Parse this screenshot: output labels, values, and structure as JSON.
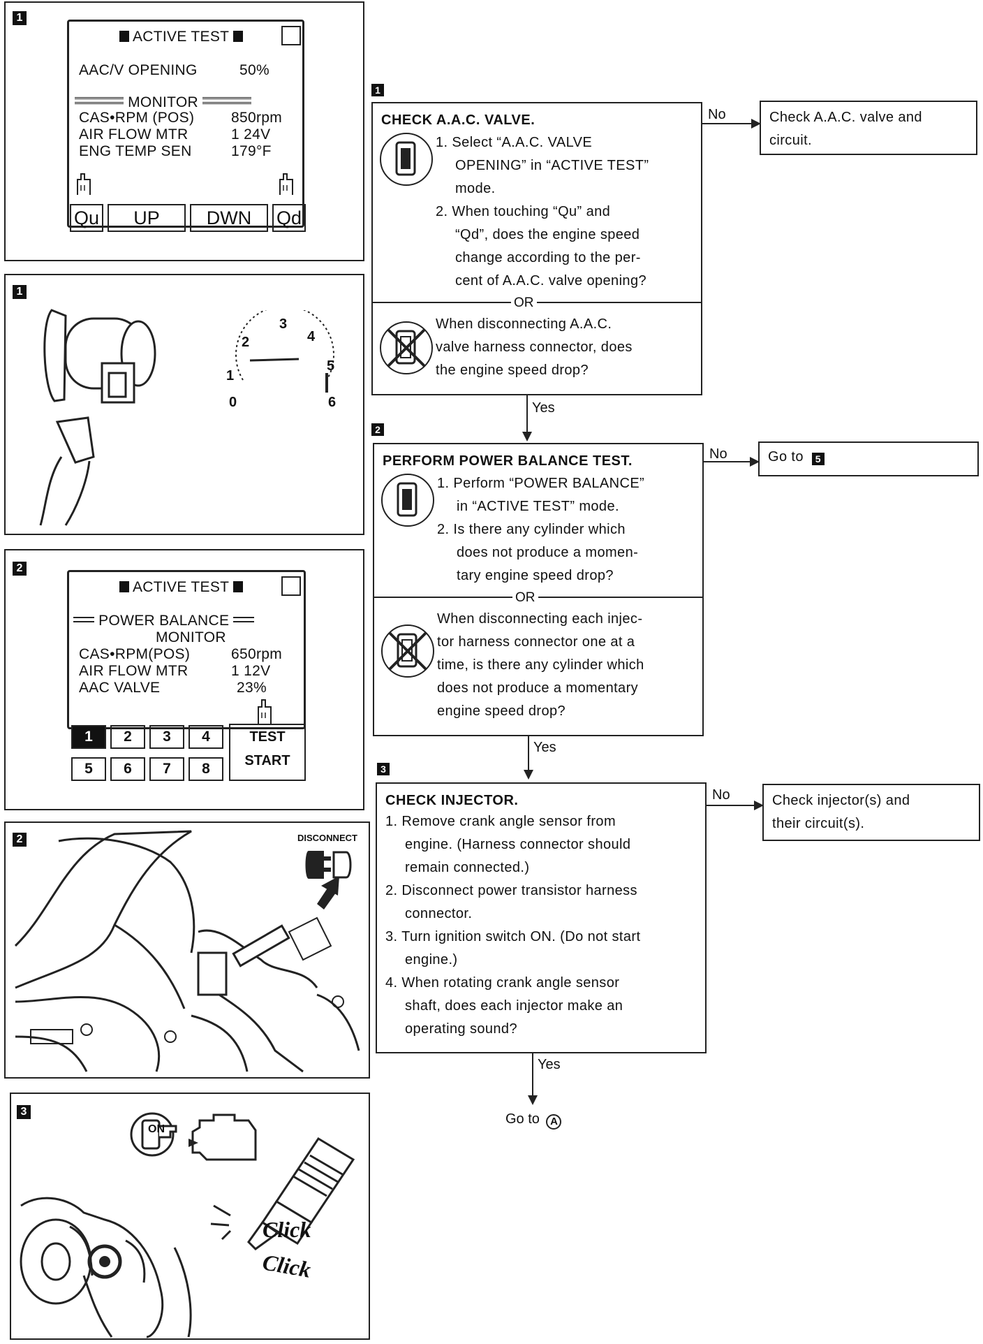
{
  "badges": {
    "b1": "1",
    "b2": "2",
    "b3": "3",
    "b5": "5"
  },
  "panel1": {
    "screen_title": "ACTIVE TEST",
    "param_label": "AAC/V OPENING",
    "param_value": "50%",
    "monitor_label": "MONITOR",
    "rows": [
      {
        "label": "CAS•RPM (POS)",
        "value": "850rpm"
      },
      {
        "label": "AIR FLOW MTR",
        "value": "1 24V"
      },
      {
        "label": "ENG TEMP SEN",
        "value": "179°F"
      }
    ],
    "buttons": [
      "Qu",
      "UP",
      "DWN",
      "Qd"
    ]
  },
  "gauge": {
    "ticks": [
      "0",
      "1",
      "2",
      "3",
      "4",
      "5",
      "6"
    ]
  },
  "panel3": {
    "screen_title": "ACTIVE TEST",
    "mode_label": "POWER BALANCE",
    "monitor_label": "MONITOR",
    "rows": [
      {
        "label": "CAS•RPM(POS)",
        "value": "650rpm"
      },
      {
        "label": "AIR FLOW MTR",
        "value": "1 12V"
      },
      {
        "label": "AAC VALVE",
        "value": "23%"
      }
    ],
    "cylinders": [
      "1",
      "2",
      "3",
      "4",
      "5",
      "6",
      "7",
      "8"
    ],
    "selected_cylinder": "1",
    "test_button": {
      "line1": "TEST",
      "line2": "START"
    }
  },
  "panel4": {
    "disconnect_label": "DISCONNECT"
  },
  "panel5": {
    "ignition_label": "ON",
    "click1": "Click",
    "click2": "Click"
  },
  "flow": {
    "step1": {
      "title": "CHECK A.A.C. VALVE.",
      "items": [
        "1. Select “A.A.C. VALVE",
        "OPENING” in “ACTIVE TEST”",
        "mode.",
        "2. When touching “Qu” and",
        "“Qd”, does the engine speed",
        "change according to the per-",
        "cent of A.A.C. valve opening?"
      ],
      "or": "OR",
      "alt": [
        "When disconnecting A.A.C.",
        "valve harness connector, does",
        "the engine speed drop?"
      ],
      "no_label": "No",
      "no_result": [
        "Check A.A.C. valve and",
        "circuit."
      ],
      "yes_label": "Yes"
    },
    "step2": {
      "title": "PERFORM POWER BALANCE TEST.",
      "items": [
        "1. Perform “POWER BALANCE”",
        "in “ACTIVE TEST” mode.",
        "2. Is there any cylinder which",
        "does not produce a momen-",
        "tary engine speed drop?"
      ],
      "or": "OR",
      "alt": [
        "When disconnecting each injec-",
        "tor harness connector one at a",
        "time, is there any cylinder which",
        "does not produce a momentary",
        "engine speed drop?"
      ],
      "no_label": "No",
      "no_result_prefix": "Go to",
      "yes_label": "Yes"
    },
    "step3": {
      "title": "CHECK INJECTOR.",
      "items": [
        "1. Remove crank angle sensor from",
        "engine. (Harness connector should",
        "remain connected.)",
        "2. Disconnect power transistor harness",
        "connector.",
        "3. Turn ignition switch ON. (Do not start",
        "engine.)",
        "4. When rotating crank angle sensor",
        "shaft, does each injector make an",
        "operating sound?"
      ],
      "no_label": "No",
      "no_result": [
        "Check injector(s) and",
        "their circuit(s)."
      ],
      "yes_label": "Yes"
    },
    "final": {
      "prefix": "Go to",
      "target": "A"
    }
  }
}
